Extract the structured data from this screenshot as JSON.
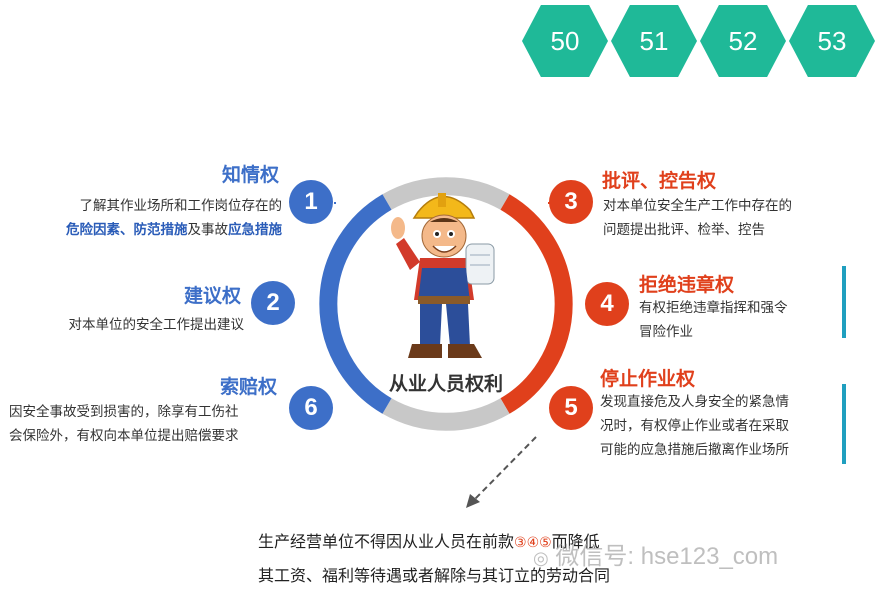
{
  "pages": [
    "50",
    "51",
    "52",
    "53"
  ],
  "colors": {
    "teal": "#1fb998",
    "blue": "#3d6fc8",
    "red": "#e0401c",
    "gray_ring": "#c8c8c8",
    "side_bar": "#1f9fbf"
  },
  "center": {
    "label": "从业人员权利",
    "image": "worker-cartoon"
  },
  "left": [
    {
      "num": "1",
      "title": "知情权",
      "line1": "了解其作业场所和工作岗位存在的",
      "hl1": "危险因素",
      "sep1": "、",
      "hl2": "防范措施",
      "mid": "及事故",
      "hl3": "应急措施"
    },
    {
      "num": "2",
      "title": "建议权",
      "line1": "对本单位的安全工作提出建议"
    },
    {
      "num": "6",
      "title": "索赔权",
      "line1": "因安全事故受到损害的，除享有工伤社",
      "line2": "会保险外，有权向本单位提出赔偿要求"
    }
  ],
  "right": [
    {
      "num": "3",
      "title": "批评、控告权",
      "line1": "对本单位安全生产工作中存在的",
      "line2": "问题提出批评、检举、控告"
    },
    {
      "num": "4",
      "title": "拒绝违章权",
      "line1": "有权拒绝违章指挥和强令",
      "line2": "冒险作业"
    },
    {
      "num": "5",
      "title": "停止作业权",
      "line1": "发现直接危及人身安全的紧急情",
      "line2": "况时，有权停止作业或者在采取",
      "line3": "可能的应急措施后撤离作业场所"
    }
  ],
  "bottom": {
    "line1_pre": "生产经营单位不得因从业人员在前款",
    "circ": "③④⑤",
    "line1_post": "而降低",
    "line2": "其工资、福利等待遇或者解除与其订立的劳动合同"
  },
  "watermark": "微信号: hse123_com"
}
